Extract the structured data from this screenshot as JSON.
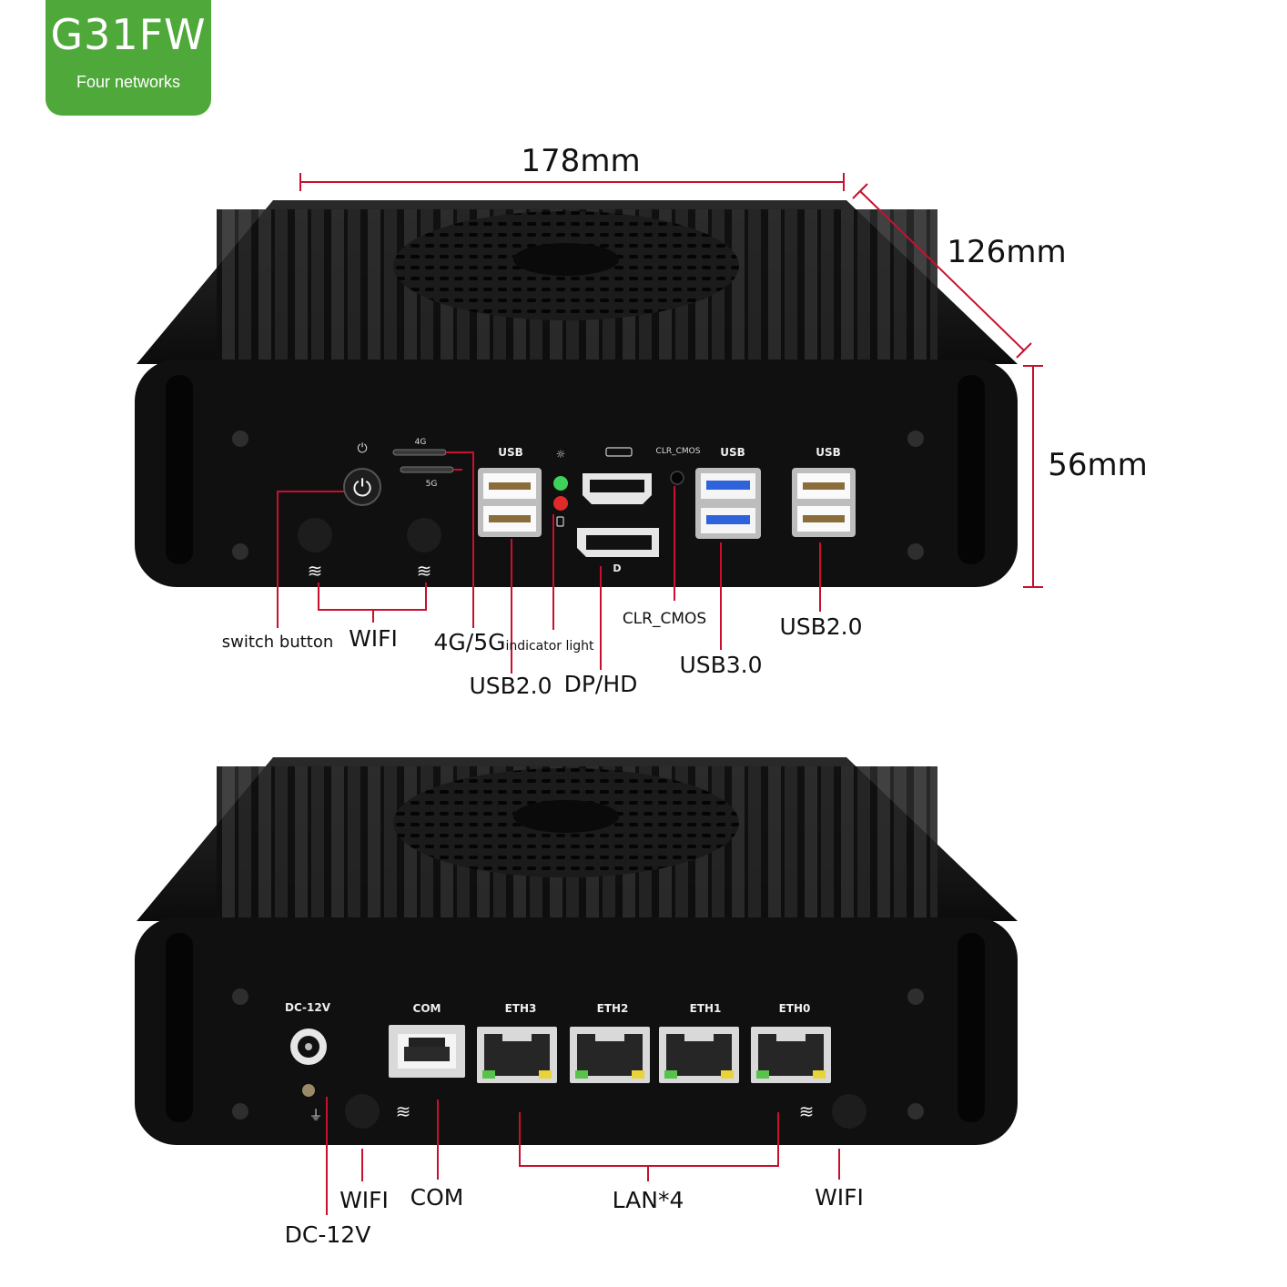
{
  "badge": {
    "model": "G31FW",
    "subtitle": "Four networks"
  },
  "dimensions": {
    "width": "178mm",
    "depth": "126mm",
    "height": "56mm"
  },
  "front_panel": {
    "port_labels": {
      "fourg": "4G",
      "fiveg": "5G",
      "usb_left": "USB",
      "clr_cmos": "CLR_CMOS",
      "usb_mid": "USB",
      "usb_right": "USB"
    },
    "callouts": {
      "switch_button": "switch button",
      "wifi": "WIFI",
      "fourg_fiveg": "4G/5G",
      "indicator_light": "indicator light",
      "usb20_left": "USB2.0",
      "dp_hd": "DP/HD",
      "clr_cmos": "CLR_CMOS",
      "usb30": "USB3.0",
      "usb20_right": "USB2.0"
    }
  },
  "rear_panel": {
    "port_labels": {
      "dc": "DC-12V",
      "com": "COM",
      "eth3": "ETH3",
      "eth2": "ETH2",
      "eth1": "ETH1",
      "eth0": "ETH0"
    },
    "callouts": {
      "wifi_left": "WIFI",
      "com": "COM",
      "lan": "LAN*4",
      "wifi_right": "WIFI",
      "dc": "DC-12V"
    }
  },
  "colors": {
    "accent_green": "#4fa83a",
    "callout_red": "#c8102e",
    "chassis": "#111111"
  }
}
